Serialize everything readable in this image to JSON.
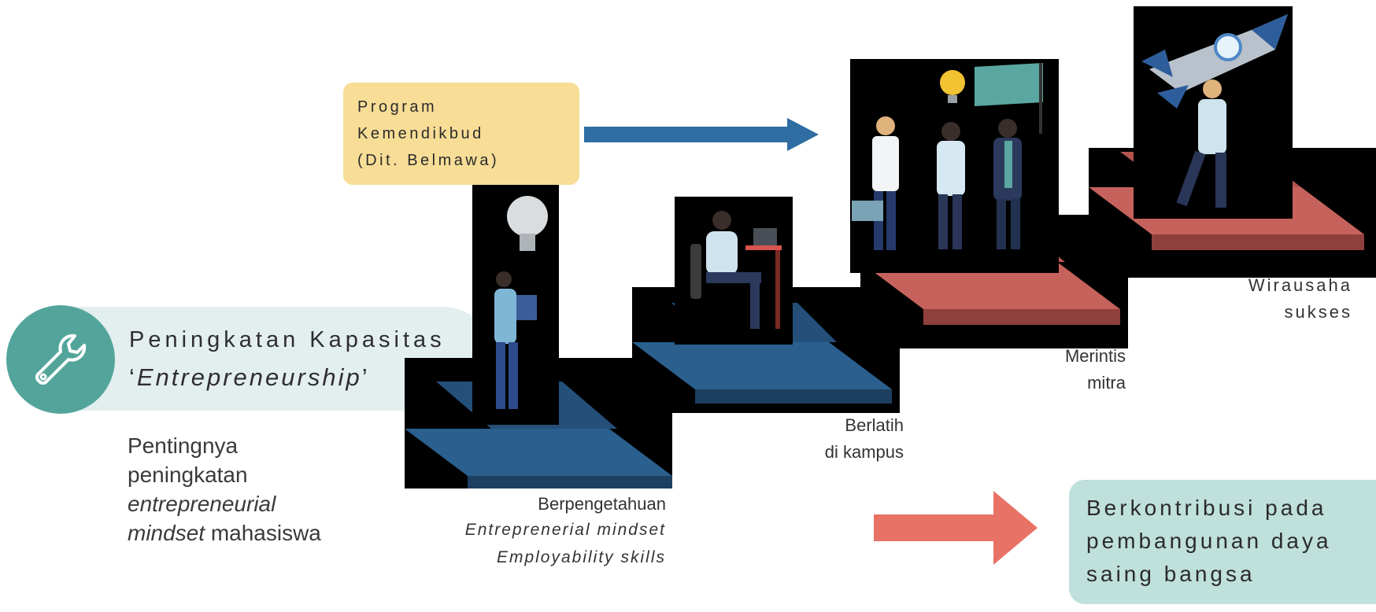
{
  "capacity": {
    "title": "Peningkatan Kapasitas",
    "term_open": "‘",
    "term": "Entrepreneurship",
    "term_close": "’"
  },
  "importance": {
    "line1": "Pentingnya",
    "line2": "peningkatan",
    "line3": "entrepreneurial",
    "line4_em": "mindset",
    "line4_rest": " mahasiswa"
  },
  "program": {
    "line1": "Program",
    "line2": "Kemendikbud",
    "line3": "(Dit. Belmawa)"
  },
  "steps": {
    "step1": {
      "line1": "Berpengetahuan",
      "line2": "Entreprenerial mindset",
      "line3": "Employability skills"
    },
    "step2": {
      "line1": "Berlatih",
      "line2": "di kampus"
    },
    "step3": {
      "line1": "Merintis",
      "line2": "mitra"
    },
    "step4": {
      "line1": "Wirausaha",
      "line2": "sukses"
    }
  },
  "contribution": {
    "line1": "Berkontribusi pada",
    "line2": "pembangunan daya",
    "line3": "saing bangsa"
  },
  "colors": {
    "teal": "#53a59b",
    "pill": "#e3eeee",
    "yellow_box": "#f7dd96",
    "blue_arrow": "#2f6da3",
    "salmon_arrow": "#e97266",
    "blue_step": "#2a5f8e",
    "red_step": "#c6625c",
    "contrib_box": "#bfe0db"
  }
}
